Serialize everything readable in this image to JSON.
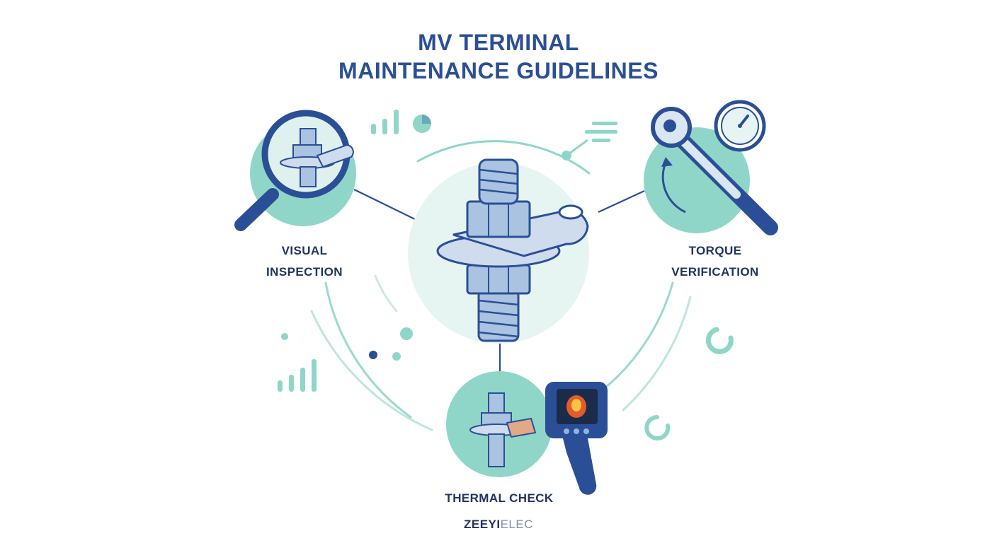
{
  "title": {
    "line1": "MV TERMINAL",
    "line2": "MAINTENANCE GUIDELINES"
  },
  "steps": [
    {
      "line1": "VISUAL",
      "line2": "INSPECTION",
      "icon": "magnifier-icon"
    },
    {
      "line1": "TORQUE",
      "line2": "VERIFICATION",
      "icon": "torque-wrench-icon"
    },
    {
      "line1": "THERMAL CHECK",
      "icon": "thermal-camera-icon"
    }
  ],
  "brand": {
    "part1": "ZEEYI",
    "part2": "ELEC"
  },
  "colors": {
    "navy": "#2b4f96",
    "dark_navy": "#1f3560",
    "teal": "#8fd6c9",
    "teal_light": "#e6f5f2",
    "steel": "#a9c3e0"
  }
}
